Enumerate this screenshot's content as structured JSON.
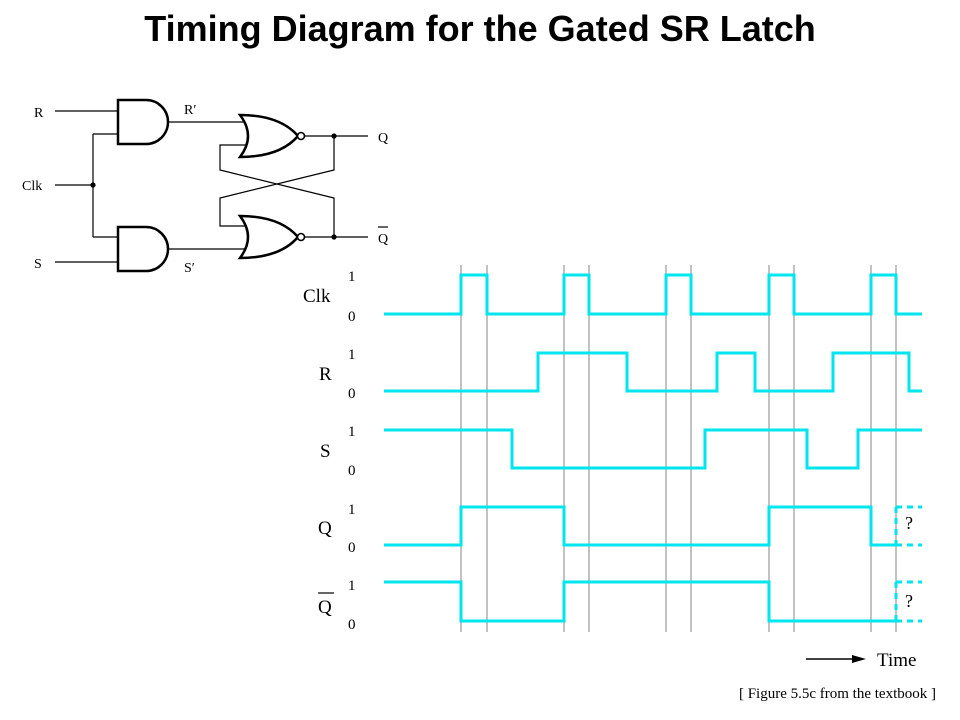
{
  "title": "Timing Diagram for the Gated SR Latch",
  "caption": "[ Figure 5.5c from the textbook ]",
  "circuit": {
    "labels": {
      "r": "R",
      "clk": "Clk",
      "s": "S",
      "r_prime": "R′",
      "s_prime": "S′",
      "q": "Q",
      "q_bar": "Q"
    }
  },
  "timing": {
    "signals": [
      {
        "name": "Clk",
        "high": "1",
        "low": "0"
      },
      {
        "name": "R",
        "high": "1",
        "low": "0"
      },
      {
        "name": "S",
        "high": "1",
        "low": "0"
      },
      {
        "name": "Q",
        "high": "1",
        "low": "0"
      },
      {
        "name": "Q",
        "high": "1",
        "low": "0",
        "overline": true
      }
    ],
    "unknown_mark": "?",
    "time_label": "Time"
  },
  "colors": {
    "waveform": "#00e5ee",
    "guide": "#999999"
  }
}
